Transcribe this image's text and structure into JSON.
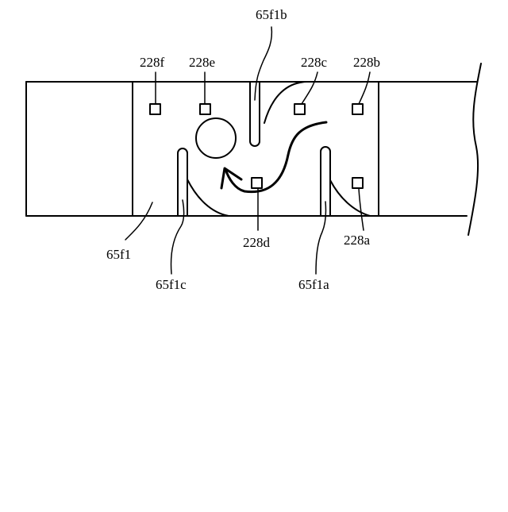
{
  "labels": {
    "l_65f1b": "65f1b",
    "l_228f": "228f",
    "l_228e": "228e",
    "l_228c": "228c",
    "l_228b": "228b",
    "l_65f1": "65f1",
    "l_228d": "228d",
    "l_228a": "228a",
    "l_65f1c": "65f1c",
    "l_65f1a": "65f1a"
  }
}
